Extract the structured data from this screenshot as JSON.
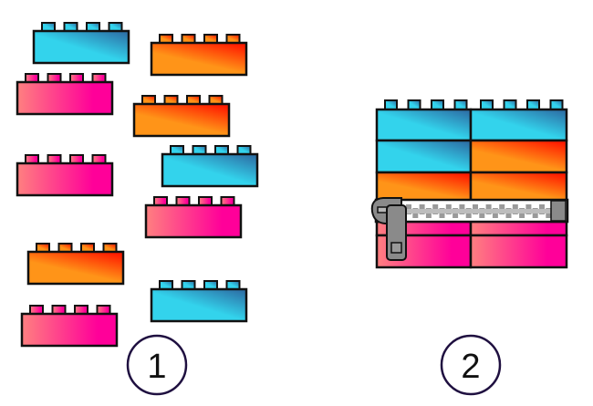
{
  "labels": {
    "group_1": "1",
    "group_2": "2"
  },
  "colors": {
    "blue": [
      "#33d3ec",
      "#2d72a8"
    ],
    "orange": [
      "#ff9418",
      "#ff1a00"
    ],
    "pink": [
      "#ff8080",
      "#ff0099"
    ],
    "outline": "#111111",
    "circle": "#1f1040",
    "zipper": "#8a8a8a"
  },
  "loose_bricks": [
    "blue",
    "orange",
    "pink",
    "orange",
    "pink",
    "blue",
    "pink",
    "orange",
    "pink",
    "blue"
  ],
  "stack_rows": [
    [
      "blue",
      "blue"
    ],
    [
      "blue",
      "orange"
    ],
    [
      "orange",
      "orange"
    ],
    [
      "pink",
      "pink"
    ],
    [
      "pink",
      "pink"
    ]
  ]
}
